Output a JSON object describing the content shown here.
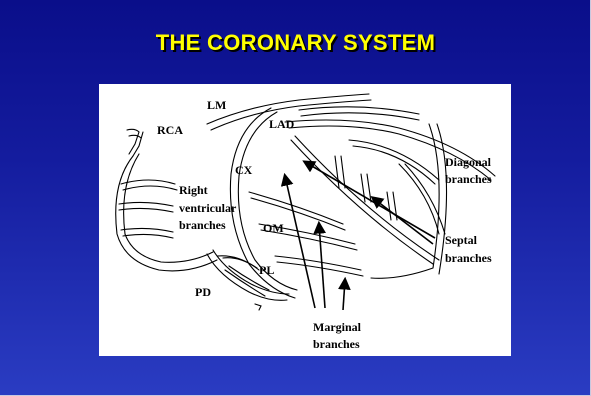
{
  "slide": {
    "title": "THE CORONARY SYSTEM",
    "background_color": "#141c9e",
    "title_color": "#ffff00"
  },
  "diagram": {
    "labels": {
      "lm": "LM",
      "rca": "RCA",
      "lad": "LAD",
      "cx": "CX",
      "diagonal_1": "Diagonal",
      "diagonal_2": "branches",
      "right_1": "Right",
      "right_2": "ventricular",
      "right_3": "branches",
      "om": "OM",
      "septal_1": "Septal",
      "septal_2": "branches",
      "pl": "PL",
      "pd": "PD",
      "marginal_1": "Marginal",
      "marginal_2": "branches"
    }
  }
}
